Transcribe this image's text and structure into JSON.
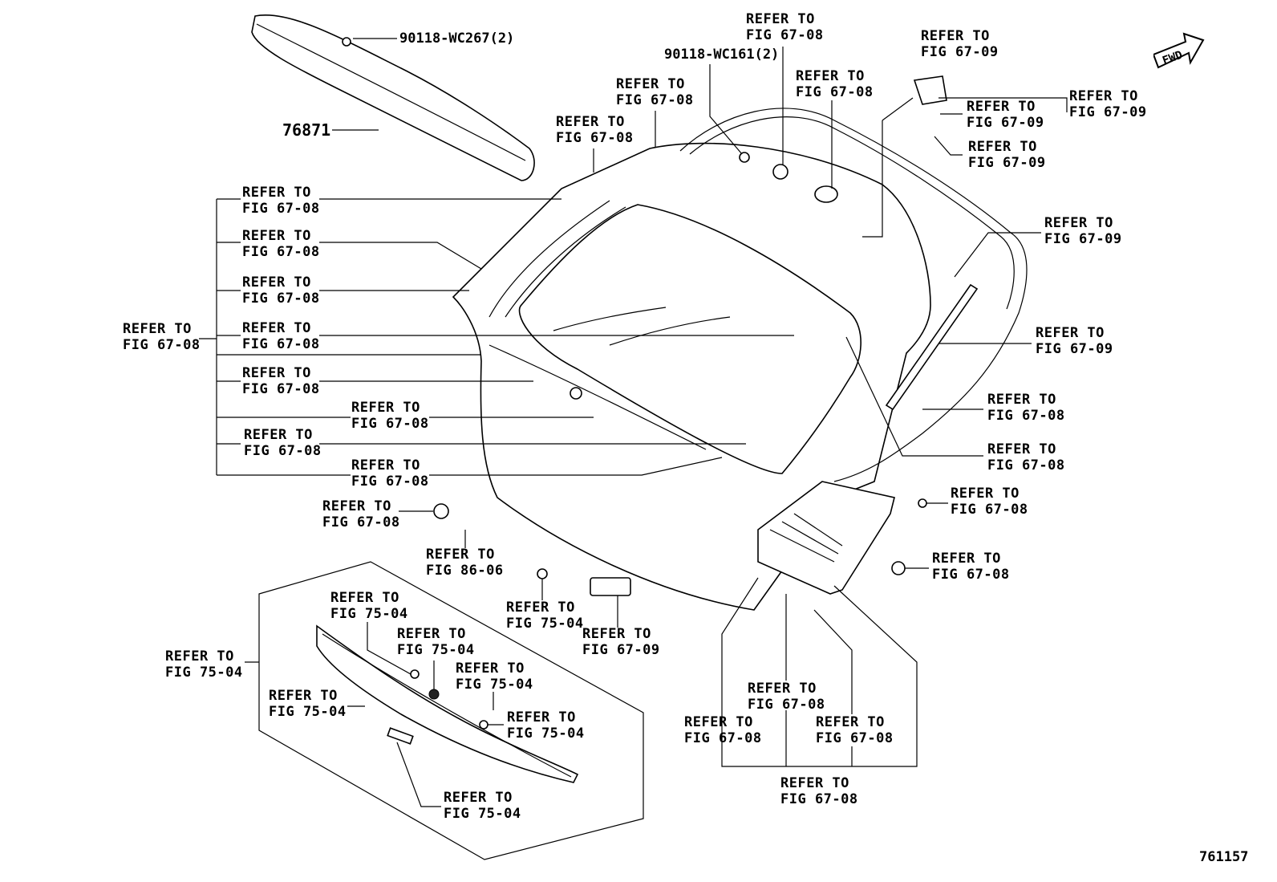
{
  "fwd_label": "FWD",
  "diagram_number": "761157",
  "part_numbers": {
    "spoiler": "76871",
    "clip_spoiler": "90118-WC267(2)",
    "clip_door": "90118-WC161(2)"
  },
  "refer": {
    "line1": "REFER TO",
    "fig_67_08": "FIG 67-08",
    "fig_67_09": "FIG 67-09",
    "fig_75_04": "FIG 75-04",
    "fig_86_06": "FIG 86-06"
  }
}
